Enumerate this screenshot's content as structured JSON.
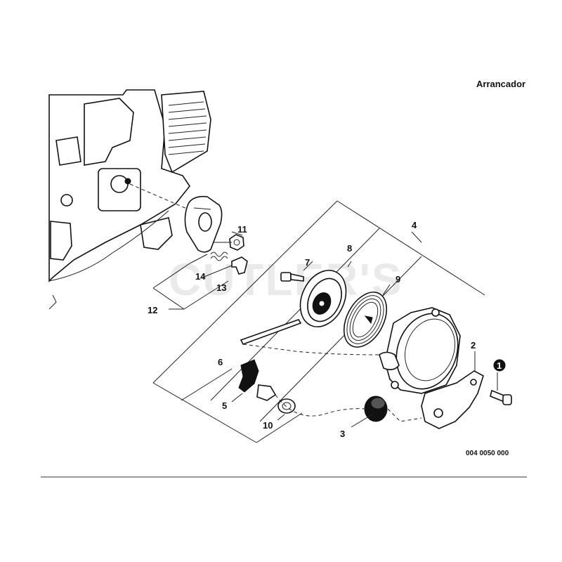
{
  "header": {
    "section_title": "Arrancador"
  },
  "diagram": {
    "drawing_code": "004 0050 000",
    "watermark": "CUTLER'S",
    "callouts": [
      {
        "id": "c1",
        "text": "1",
        "style": "filled-circle"
      },
      {
        "id": "c2",
        "text": "2"
      },
      {
        "id": "c3",
        "text": "3"
      },
      {
        "id": "c4",
        "text": "4"
      },
      {
        "id": "c5",
        "text": "5"
      },
      {
        "id": "c6",
        "text": "6"
      },
      {
        "id": "c7",
        "text": "7"
      },
      {
        "id": "c8",
        "text": "8"
      },
      {
        "id": "c9",
        "text": "9"
      },
      {
        "id": "c10",
        "text": "10"
      },
      {
        "id": "c11",
        "text": "11"
      },
      {
        "id": "c12",
        "text": "12"
      },
      {
        "id": "c13",
        "text": "13"
      },
      {
        "id": "c14",
        "text": "14"
      }
    ]
  }
}
